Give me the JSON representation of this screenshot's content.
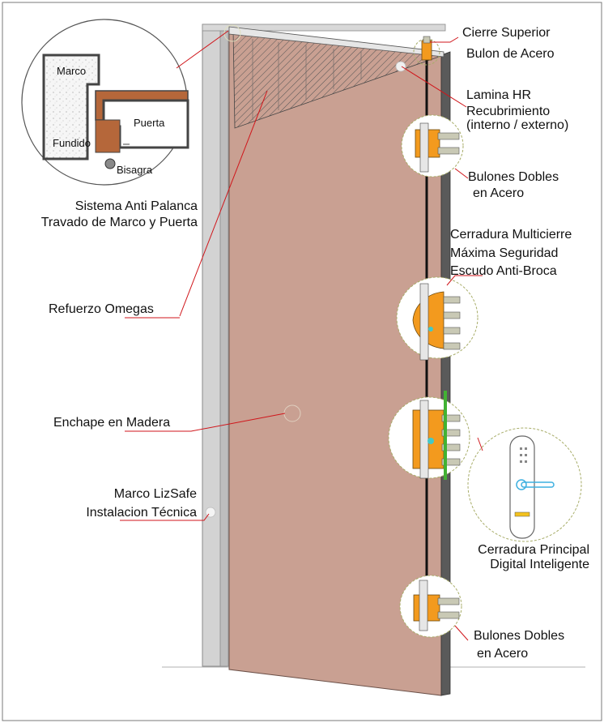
{
  "colors": {
    "door": "#c9a092",
    "frame": "#d3d3d3",
    "frame_dark": "#6f6f6f",
    "lock": "#f39a1e",
    "bolt": "#c9c9b5",
    "callout_line": "#d0161b",
    "detail_circle": "#a8ad69",
    "door_edge": "#4a4a4a",
    "rod": "#111111",
    "green_strip": "#42b233"
  },
  "inset": {
    "marco": "Marco",
    "fundido": "Fundido",
    "puerta": "Puerta",
    "bisagra": "Bisagra"
  },
  "labels": {
    "anti_palanca": [
      "Sistema Anti Palanca",
      "Travado de Marco y Puerta"
    ],
    "cierre_superior": [
      "Cierre Superior",
      "Bulon de Acero"
    ],
    "lamina": [
      "Lamina HR",
      "Recubrimiento",
      "(interno / externo)"
    ],
    "bulones_top": [
      "Bulones Dobles",
      "en Acero"
    ],
    "multicierre": [
      "Cerradura Multicierre",
      "Máxima Seguridad",
      "Escudo Anti-Broca"
    ],
    "refuerzo": "Refuerzo Omegas",
    "enchape": "Enchape en Madera",
    "marco_lizsafe": [
      "Marco LizSafe",
      "Instalacion Técnica"
    ],
    "cerradura_principal": [
      "Cerradura Principal",
      "Digital Inteligente"
    ],
    "bulones_bottom": [
      "Bulones Dobles",
      "en Acero"
    ]
  },
  "icons": {
    "inset": "frame-cross-section-icon",
    "smart_lock": "smart-lock-icon",
    "door": "door-illustration"
  }
}
